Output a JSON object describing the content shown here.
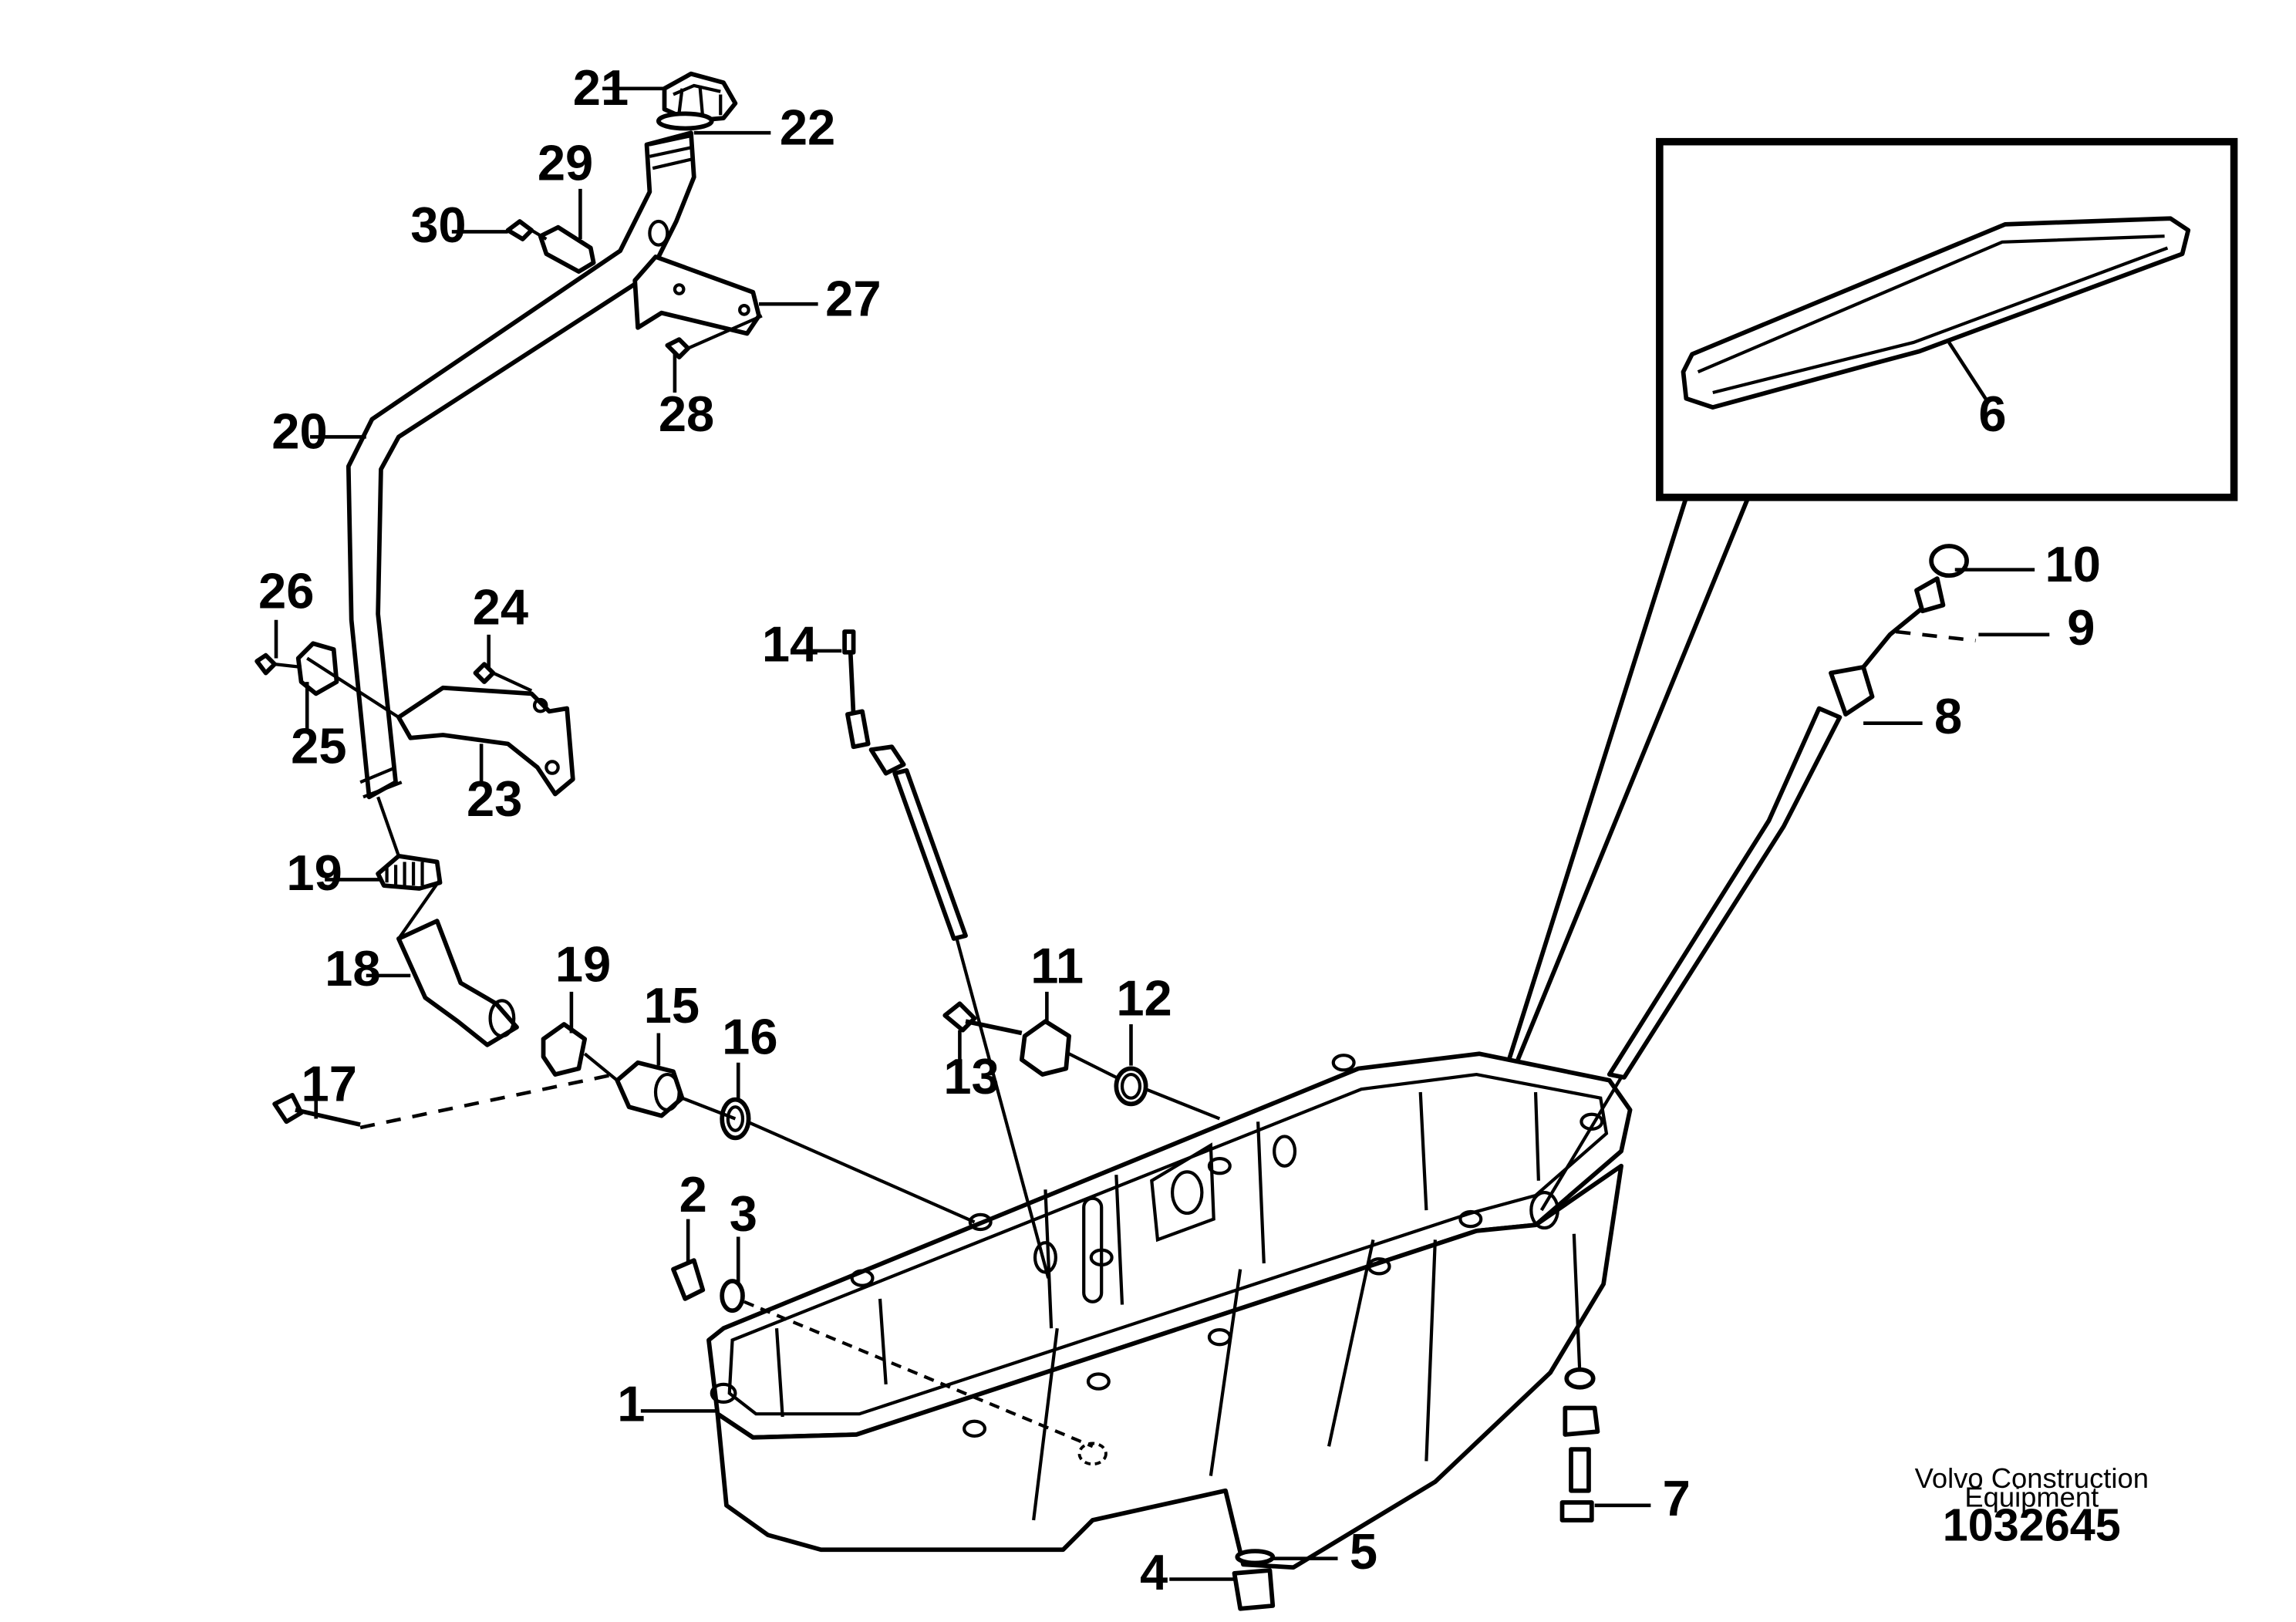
{
  "callouts": [
    {
      "id": "1",
      "label": "1"
    },
    {
      "id": "2",
      "label": "2"
    },
    {
      "id": "3",
      "label": "3"
    },
    {
      "id": "4",
      "label": "4"
    },
    {
      "id": "5",
      "label": "5"
    },
    {
      "id": "6",
      "label": "6"
    },
    {
      "id": "7",
      "label": "7"
    },
    {
      "id": "8",
      "label": "8"
    },
    {
      "id": "9",
      "label": "9"
    },
    {
      "id": "10",
      "label": "10"
    },
    {
      "id": "11",
      "label": "11"
    },
    {
      "id": "12",
      "label": "12"
    },
    {
      "id": "13",
      "label": "13"
    },
    {
      "id": "14",
      "label": "14"
    },
    {
      "id": "15",
      "label": "15"
    },
    {
      "id": "16",
      "label": "16"
    },
    {
      "id": "17",
      "label": "17"
    },
    {
      "id": "18",
      "label": "18"
    },
    {
      "id": "19a",
      "label": "19"
    },
    {
      "id": "19b",
      "label": "19"
    },
    {
      "id": "20",
      "label": "20"
    },
    {
      "id": "21",
      "label": "21"
    },
    {
      "id": "22",
      "label": "22"
    },
    {
      "id": "23",
      "label": "23"
    },
    {
      "id": "24",
      "label": "24"
    },
    {
      "id": "25",
      "label": "25"
    },
    {
      "id": "26",
      "label": "26"
    },
    {
      "id": "27",
      "label": "27"
    },
    {
      "id": "28",
      "label": "28"
    },
    {
      "id": "29",
      "label": "29"
    },
    {
      "id": "30",
      "label": "30"
    }
  ],
  "brand": {
    "line1": "Volvo Construction",
    "line2": "Equipment"
  },
  "reference_number": "1032645"
}
